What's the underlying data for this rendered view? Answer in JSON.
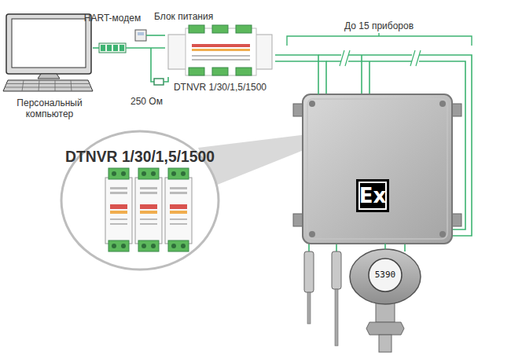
{
  "diagram": {
    "nodes": [
      {
        "text": [
          "Персональный компьютер"
        ]
      },
      {
        "text": [
          "HART-модем"
        ]
      },
      {
        "text": [
          "Блок питания"
        ]
      },
      {
        "text": [
          "DTNVR 1/30/1,5/1500"
        ]
      },
      {
        "text": [
          "DTNVR 1/30/1,5/1500"
        ]
      },
      {
        "text": [
          "Ex"
        ]
      },
      {
        "text": [
          "5390"
        ]
      }
    ],
    "edges": [
      {
        "from": 0,
        "to": 1,
        "arrow": "none"
      },
      {
        "from": 1,
        "to": 3,
        "arrow": "none"
      },
      {
        "from": 2,
        "to": 3,
        "arrow": "none"
      },
      {
        "from": 3,
        "to": 5,
        "arrow": "none"
      },
      {
        "from": 5,
        "to": 6,
        "arrow": "none"
      }
    ],
    "labels": [
      "До 15 приборов",
      "250 Ом"
    ]
  }
}
